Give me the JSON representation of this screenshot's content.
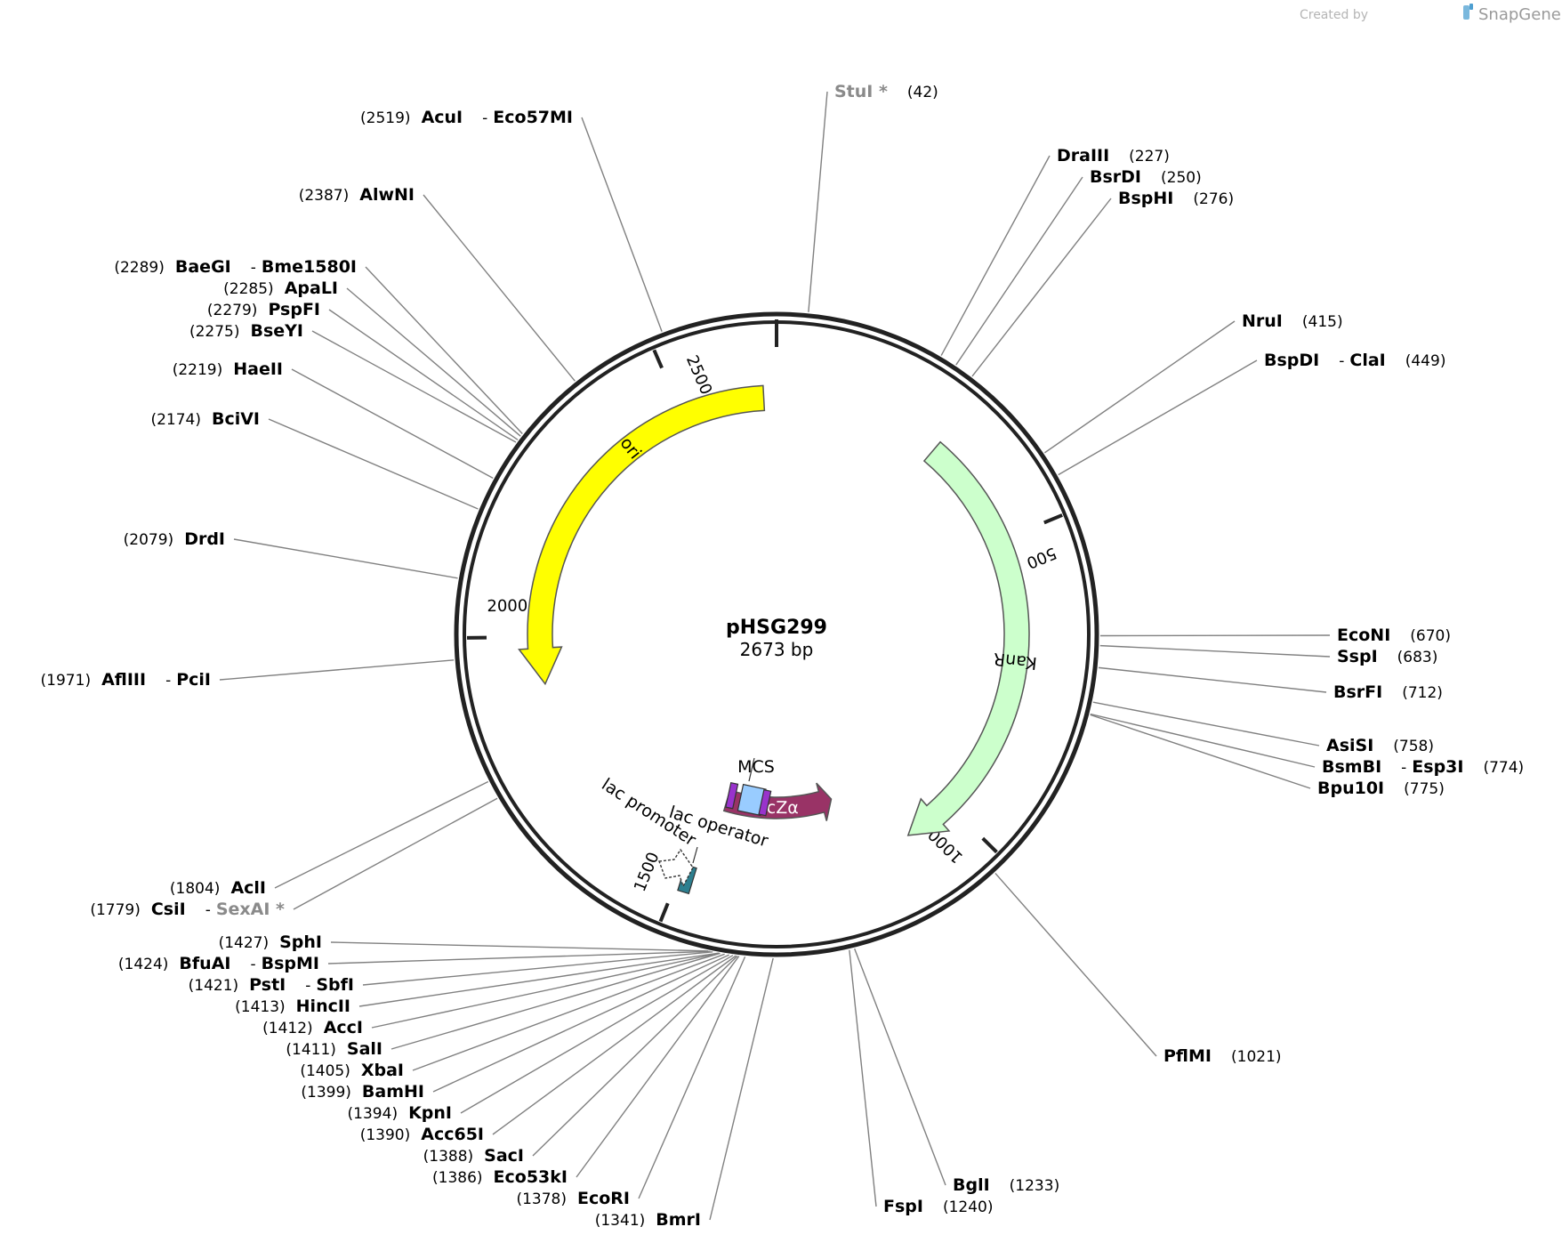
{
  "credit": {
    "prefix": "Created by",
    "brand": "SnapGene"
  },
  "plasmid": {
    "name": "pHSG299",
    "size_label": "2673 bp",
    "length": 2673
  },
  "colors": {
    "ori": "#ffff00",
    "kanr": "#ccffcc",
    "lacz": "#993366",
    "mcs": "#99ccff",
    "lac_op": "#2d7f8f",
    "backbone": "#222222",
    "leader": "#808080"
  },
  "ticks": [
    {
      "label": "500",
      "bp": 500
    },
    {
      "label": "1000",
      "bp": 1000
    },
    {
      "label": "1500",
      "bp": 1500
    },
    {
      "label": "2000",
      "bp": 2000
    },
    {
      "label": "2500",
      "bp": 2500
    }
  ],
  "features": {
    "ori": "ori",
    "kanr": "KanR",
    "lacz": "lacZα",
    "mcs": "MCS",
    "lac_operator": "lac operator",
    "lac_promoter": "lac promoter"
  },
  "sites": [
    {
      "names": [
        "StuI *"
      ],
      "pos": "(42)",
      "bp": 42,
      "gray": true
    },
    {
      "names": [
        "DraIII"
      ],
      "pos": "(227)",
      "bp": 227
    },
    {
      "names": [
        "BsrDI"
      ],
      "pos": "(250)",
      "bp": 250
    },
    {
      "names": [
        "BspHI"
      ],
      "pos": "(276)",
      "bp": 276
    },
    {
      "names": [
        "NruI"
      ],
      "pos": "(415)",
      "bp": 415
    },
    {
      "names": [
        "BspDI",
        "ClaI"
      ],
      "pos": "(449)",
      "bp": 449
    },
    {
      "names": [
        "EcoNI"
      ],
      "pos": "(670)",
      "bp": 670
    },
    {
      "names": [
        "SspI"
      ],
      "pos": "(683)",
      "bp": 683
    },
    {
      "names": [
        "BsrFI"
      ],
      "pos": "(712)",
      "bp": 712
    },
    {
      "names": [
        "AsiSI"
      ],
      "pos": "(758)",
      "bp": 758
    },
    {
      "names": [
        "BsmBI",
        "Esp3I"
      ],
      "pos": "(774)",
      "bp": 774
    },
    {
      "names": [
        "Bpu10I"
      ],
      "pos": "(775)",
      "bp": 775
    },
    {
      "names": [
        "PflMI"
      ],
      "pos": "(1021)",
      "bp": 1021
    },
    {
      "names": [
        "BglI"
      ],
      "pos": "(1233)",
      "bp": 1233
    },
    {
      "names": [
        "FspI"
      ],
      "pos": "(1240)",
      "bp": 1240
    },
    {
      "names": [
        "BmrI"
      ],
      "pos": "(1341)",
      "bp": 1341
    },
    {
      "names": [
        "EcoRI"
      ],
      "pos": "(1378)",
      "bp": 1378
    },
    {
      "names": [
        "Eco53kI"
      ],
      "pos": "(1386)",
      "bp": 1386
    },
    {
      "names": [
        "SacI"
      ],
      "pos": "(1388)",
      "bp": 1388
    },
    {
      "names": [
        "Acc65I"
      ],
      "pos": "(1390)",
      "bp": 1390
    },
    {
      "names": [
        "KpnI"
      ],
      "pos": "(1394)",
      "bp": 1394
    },
    {
      "names": [
        "BamHI"
      ],
      "pos": "(1399)",
      "bp": 1399
    },
    {
      "names": [
        "XbaI"
      ],
      "pos": "(1405)",
      "bp": 1405
    },
    {
      "names": [
        "SalI"
      ],
      "pos": "(1411)",
      "bp": 1411
    },
    {
      "names": [
        "AccI"
      ],
      "pos": "(1412)",
      "bp": 1412
    },
    {
      "names": [
        "HincII"
      ],
      "pos": "(1413)",
      "bp": 1413
    },
    {
      "names": [
        "PstI",
        "SbfI"
      ],
      "pos": "(1421)",
      "bp": 1421
    },
    {
      "names": [
        "BfuAI",
        "BspMI"
      ],
      "pos": "(1424)",
      "bp": 1424
    },
    {
      "names": [
        "SphI"
      ],
      "pos": "(1427)",
      "bp": 1427
    },
    {
      "names": [
        "CsiI",
        "SexAI *"
      ],
      "pos": "(1779)",
      "bp": 1779,
      "gray_second": true
    },
    {
      "names": [
        "AclI"
      ],
      "pos": "(1804)",
      "bp": 1804
    },
    {
      "names": [
        "AflIII",
        "PciI"
      ],
      "pos": "(1971)",
      "bp": 1971
    },
    {
      "names": [
        "DrdI"
      ],
      "pos": "(2079)",
      "bp": 2079
    },
    {
      "names": [
        "BciVI"
      ],
      "pos": "(2174)",
      "bp": 2174
    },
    {
      "names": [
        "HaeII"
      ],
      "pos": "(2219)",
      "bp": 2219
    },
    {
      "names": [
        "BseYI"
      ],
      "pos": "(2275)",
      "bp": 2275
    },
    {
      "names": [
        "PspFI"
      ],
      "pos": "(2279)",
      "bp": 2279
    },
    {
      "names": [
        "ApaLI"
      ],
      "pos": "(2285)",
      "bp": 2285
    },
    {
      "names": [
        "BaeGI",
        "Bme1580I"
      ],
      "pos": "(2289)",
      "bp": 2289
    },
    {
      "names": [
        "AlwNI"
      ],
      "pos": "(2387)",
      "bp": 2387
    },
    {
      "names": [
        "AcuI",
        "Eco57MI"
      ],
      "pos": "(2519)",
      "bp": 2519
    }
  ]
}
